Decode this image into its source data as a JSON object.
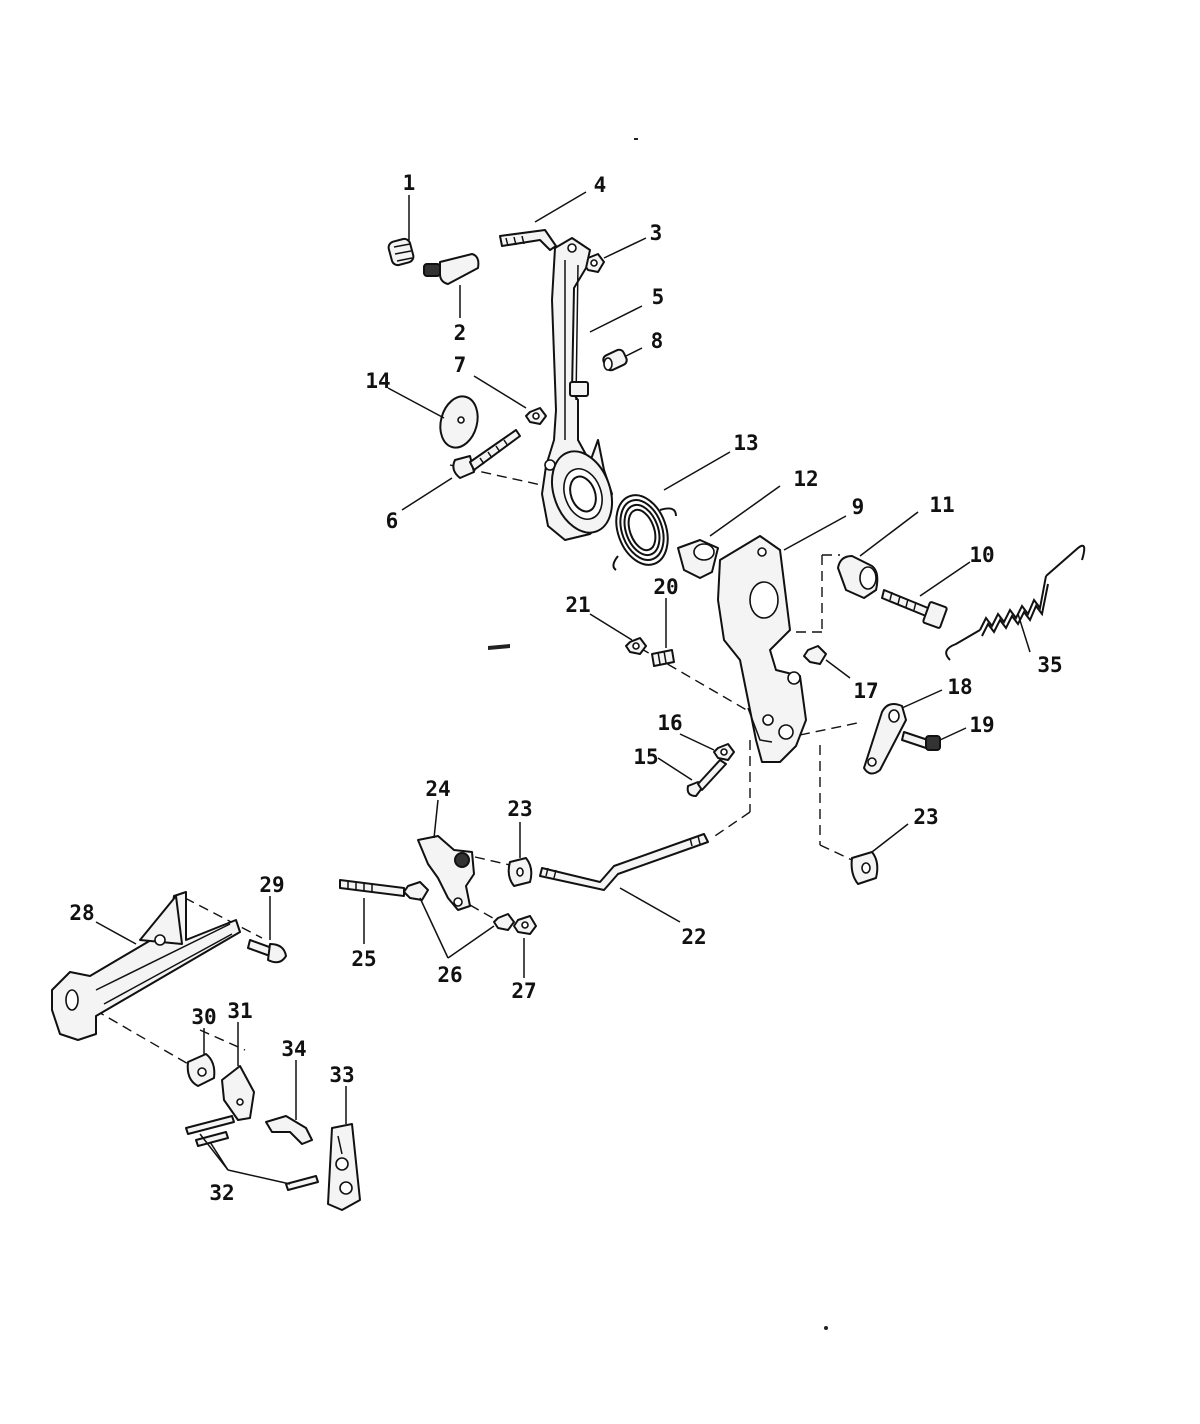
{
  "callouts": {
    "c1": "1",
    "c2": "2",
    "c3": "3",
    "c4": "4",
    "c5": "5",
    "c6": "6",
    "c7": "7",
    "c8": "8",
    "c9": "9",
    "c10": "10",
    "c11": "11",
    "c12": "12",
    "c13": "13",
    "c14": "14",
    "c15": "15",
    "c16": "16",
    "c17": "17",
    "c18": "18",
    "c19": "19",
    "c20": "20",
    "c21": "21",
    "c22": "22",
    "c23a": "23",
    "c23b": "23",
    "c24": "24",
    "c25": "25",
    "c26": "26",
    "c27": "27",
    "c28": "28",
    "c29": "29",
    "c30": "30",
    "c31": "31",
    "c32": "32",
    "c33": "33",
    "c34": "34",
    "c35": "35"
  }
}
